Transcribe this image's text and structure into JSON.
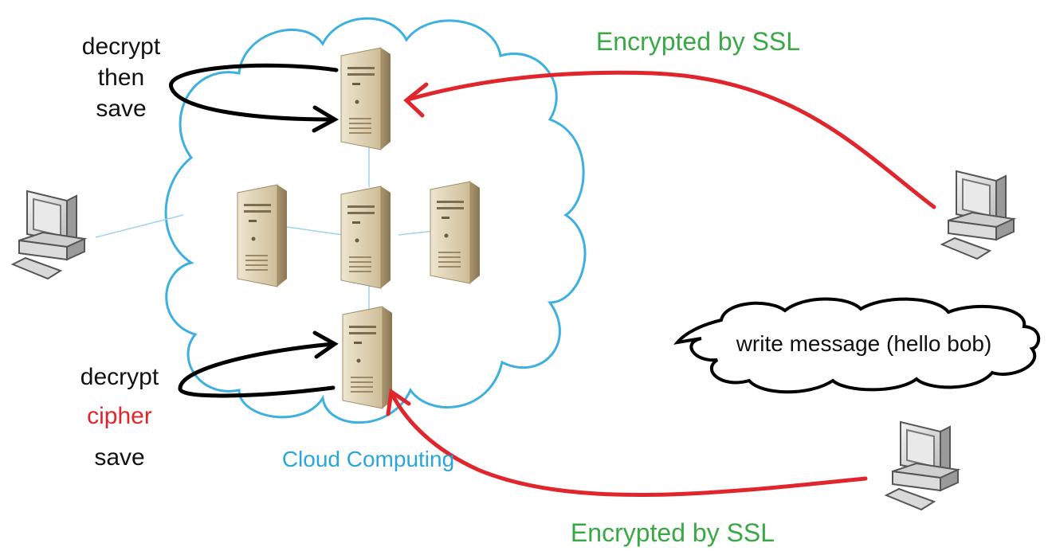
{
  "labels": {
    "top_note": [
      "decrypt",
      "then",
      "save"
    ],
    "bottom_note_1": "decrypt",
    "bottom_note_2": "cipher",
    "bottom_note_3": "save",
    "cloud": "Cloud Computing",
    "ssl_top": "Encrypted by SSL",
    "ssl_bottom": "Encrypted by SSL",
    "message": "write message (hello bob)"
  },
  "colors": {
    "cloud_outline": "#3eb0e0",
    "ssl_arrow": "#e0262c",
    "decrypt_arrow": "#000000",
    "ssl_text": "#3aa845",
    "cloud_text": "#2aa6dc",
    "cipher_text": "#e0262c"
  },
  "icons": [
    "server-icon",
    "desktop-computer-icon",
    "thought-bubble-icon"
  ]
}
